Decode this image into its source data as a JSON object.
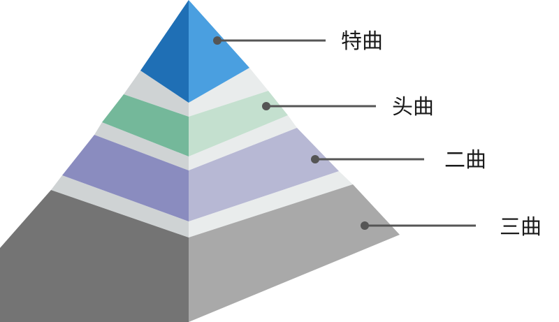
{
  "pyramid": {
    "tiers": [
      {
        "label": "特曲",
        "left_color": "#1f6fb5",
        "right_color": "#4a9fe0"
      },
      {
        "label": "头曲",
        "left_color": "#74b89a",
        "right_color": "#c4e0cf"
      },
      {
        "label": "二曲",
        "left_color": "#8a8cbf",
        "right_color": "#b7b8d4"
      },
      {
        "label": "三曲",
        "left_color": "#747474",
        "right_color": "#a9a9a9"
      }
    ],
    "separator_colors": {
      "left": "#cfd3d4",
      "right": "#e9ecec"
    }
  }
}
